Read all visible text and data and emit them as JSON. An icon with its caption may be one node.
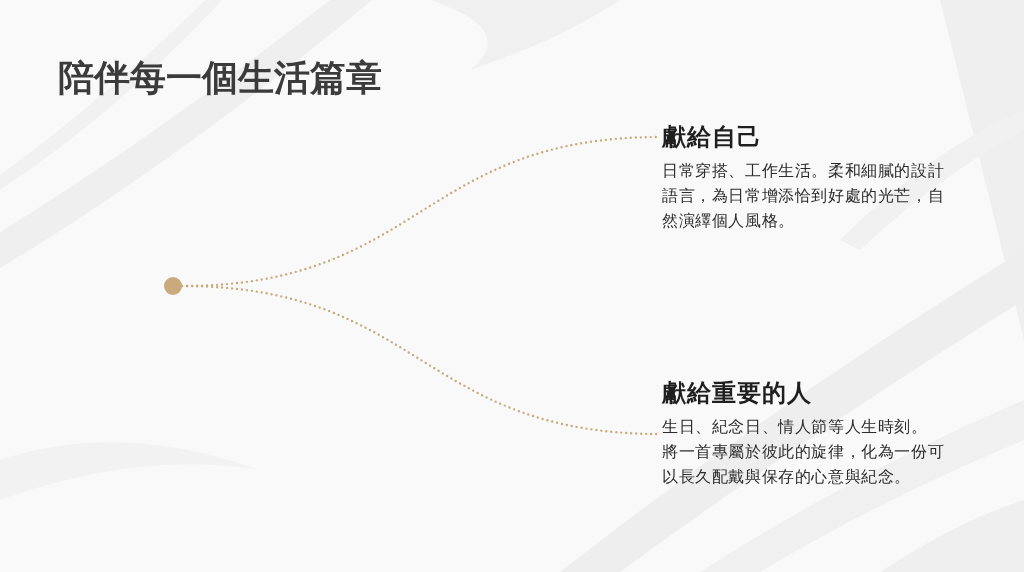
{
  "diagram": {
    "title": "陪伴每一個生活篇章",
    "nodes": [
      {
        "text": [],
        "shape": "circle"
      },
      {
        "text": [
          "獻給自己",
          "日常穿搭、工作生活。柔和細膩的設計語言，為日常增添恰到好處的光芒，自然演繹個人風格。"
        ]
      },
      {
        "text": [
          "獻給重要的人",
          "生日、紀念日、情人節等人生時刻。",
          "將一首專屬於彼此的旋律，化為一份可以長久配戴與保存的心意與紀念。"
        ]
      }
    ],
    "edges": [
      {
        "from": 0,
        "to": 1,
        "arrow": "none",
        "style": "dashed"
      },
      {
        "from": 0,
        "to": 2,
        "arrow": "none",
        "style": "dashed"
      }
    ]
  }
}
